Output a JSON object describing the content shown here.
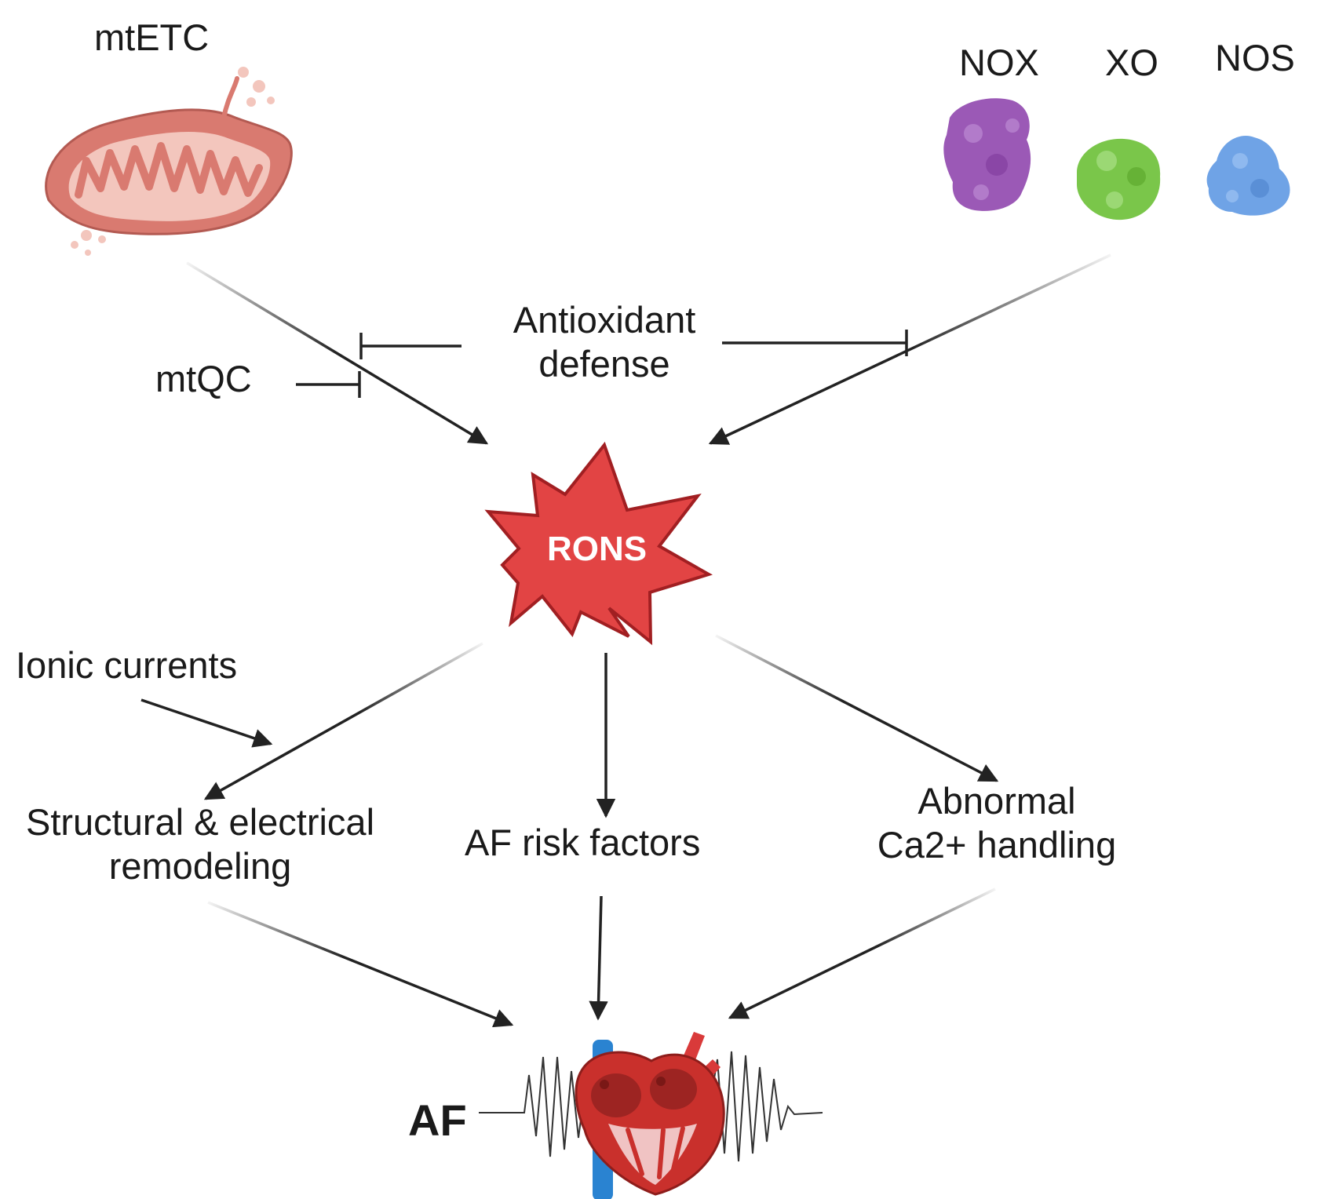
{
  "labels": {
    "mtetc": "mtETC",
    "nox": "NOX",
    "xo": "XO",
    "nos": "NOS",
    "antioxidant_line1": "Antioxidant",
    "antioxidant_line2": "defense",
    "mtqc": "mtQC",
    "rons": "RONS",
    "ionic_currents": "Ionic currents",
    "remodeling_line1": "Structural & electrical",
    "remodeling_line2": "remodeling",
    "risk_factors": "AF risk factors",
    "calcium_line1": "Abnormal",
    "calcium_line2": "Ca2+ handling",
    "af": "AF"
  },
  "colors": {
    "mitochondrion": "#d97a70",
    "mitochondrion_inner": "#f3c6bd",
    "nox": "#9b59b6",
    "xo": "#7ac64a",
    "nos": "#6fa3e6",
    "rons_fill": "#e24444",
    "rons_stroke": "#a11f22",
    "heart": "#c9302c",
    "vessel_blue": "#2a83d1",
    "arrow": "#222222"
  },
  "icons": [
    "mitochondrion-icon",
    "nox-protein-icon",
    "xo-protein-icon",
    "nos-protein-icon",
    "rons-burst-icon",
    "heart-icon",
    "ecg-trace-icon"
  ]
}
